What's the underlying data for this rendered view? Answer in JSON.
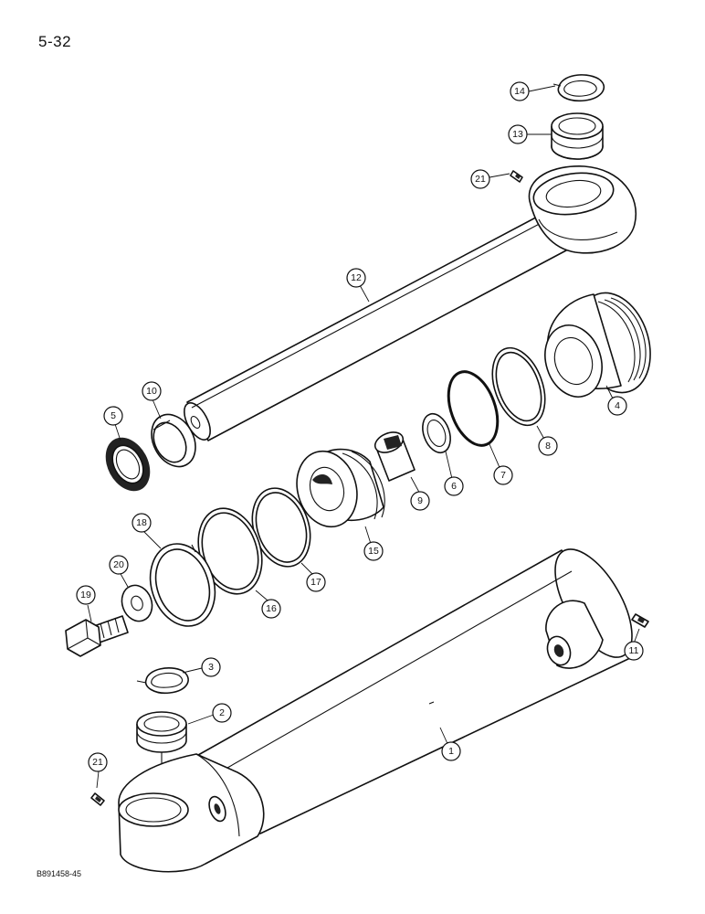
{
  "page": {
    "number": "5-32",
    "figure_code": "B891458-45"
  },
  "callouts": [
    {
      "id": "1",
      "label": "1"
    },
    {
      "id": "2",
      "label": "2"
    },
    {
      "id": "3",
      "label": "3"
    },
    {
      "id": "4",
      "label": "4"
    },
    {
      "id": "5",
      "label": "5"
    },
    {
      "id": "6",
      "label": "6"
    },
    {
      "id": "7",
      "label": "7"
    },
    {
      "id": "8",
      "label": "8"
    },
    {
      "id": "9",
      "label": "9"
    },
    {
      "id": "10",
      "label": "10"
    },
    {
      "id": "11",
      "label": "11"
    },
    {
      "id": "12",
      "label": "12"
    },
    {
      "id": "13",
      "label": "13"
    },
    {
      "id": "14",
      "label": "14"
    },
    {
      "id": "15",
      "label": "15"
    },
    {
      "id": "16",
      "label": "16"
    },
    {
      "id": "17",
      "label": "17"
    },
    {
      "id": "18",
      "label": "18"
    },
    {
      "id": "19",
      "label": "19"
    },
    {
      "id": "20",
      "label": "20"
    },
    {
      "id": "21a",
      "label": "21"
    },
    {
      "id": "21b",
      "label": "21"
    }
  ]
}
